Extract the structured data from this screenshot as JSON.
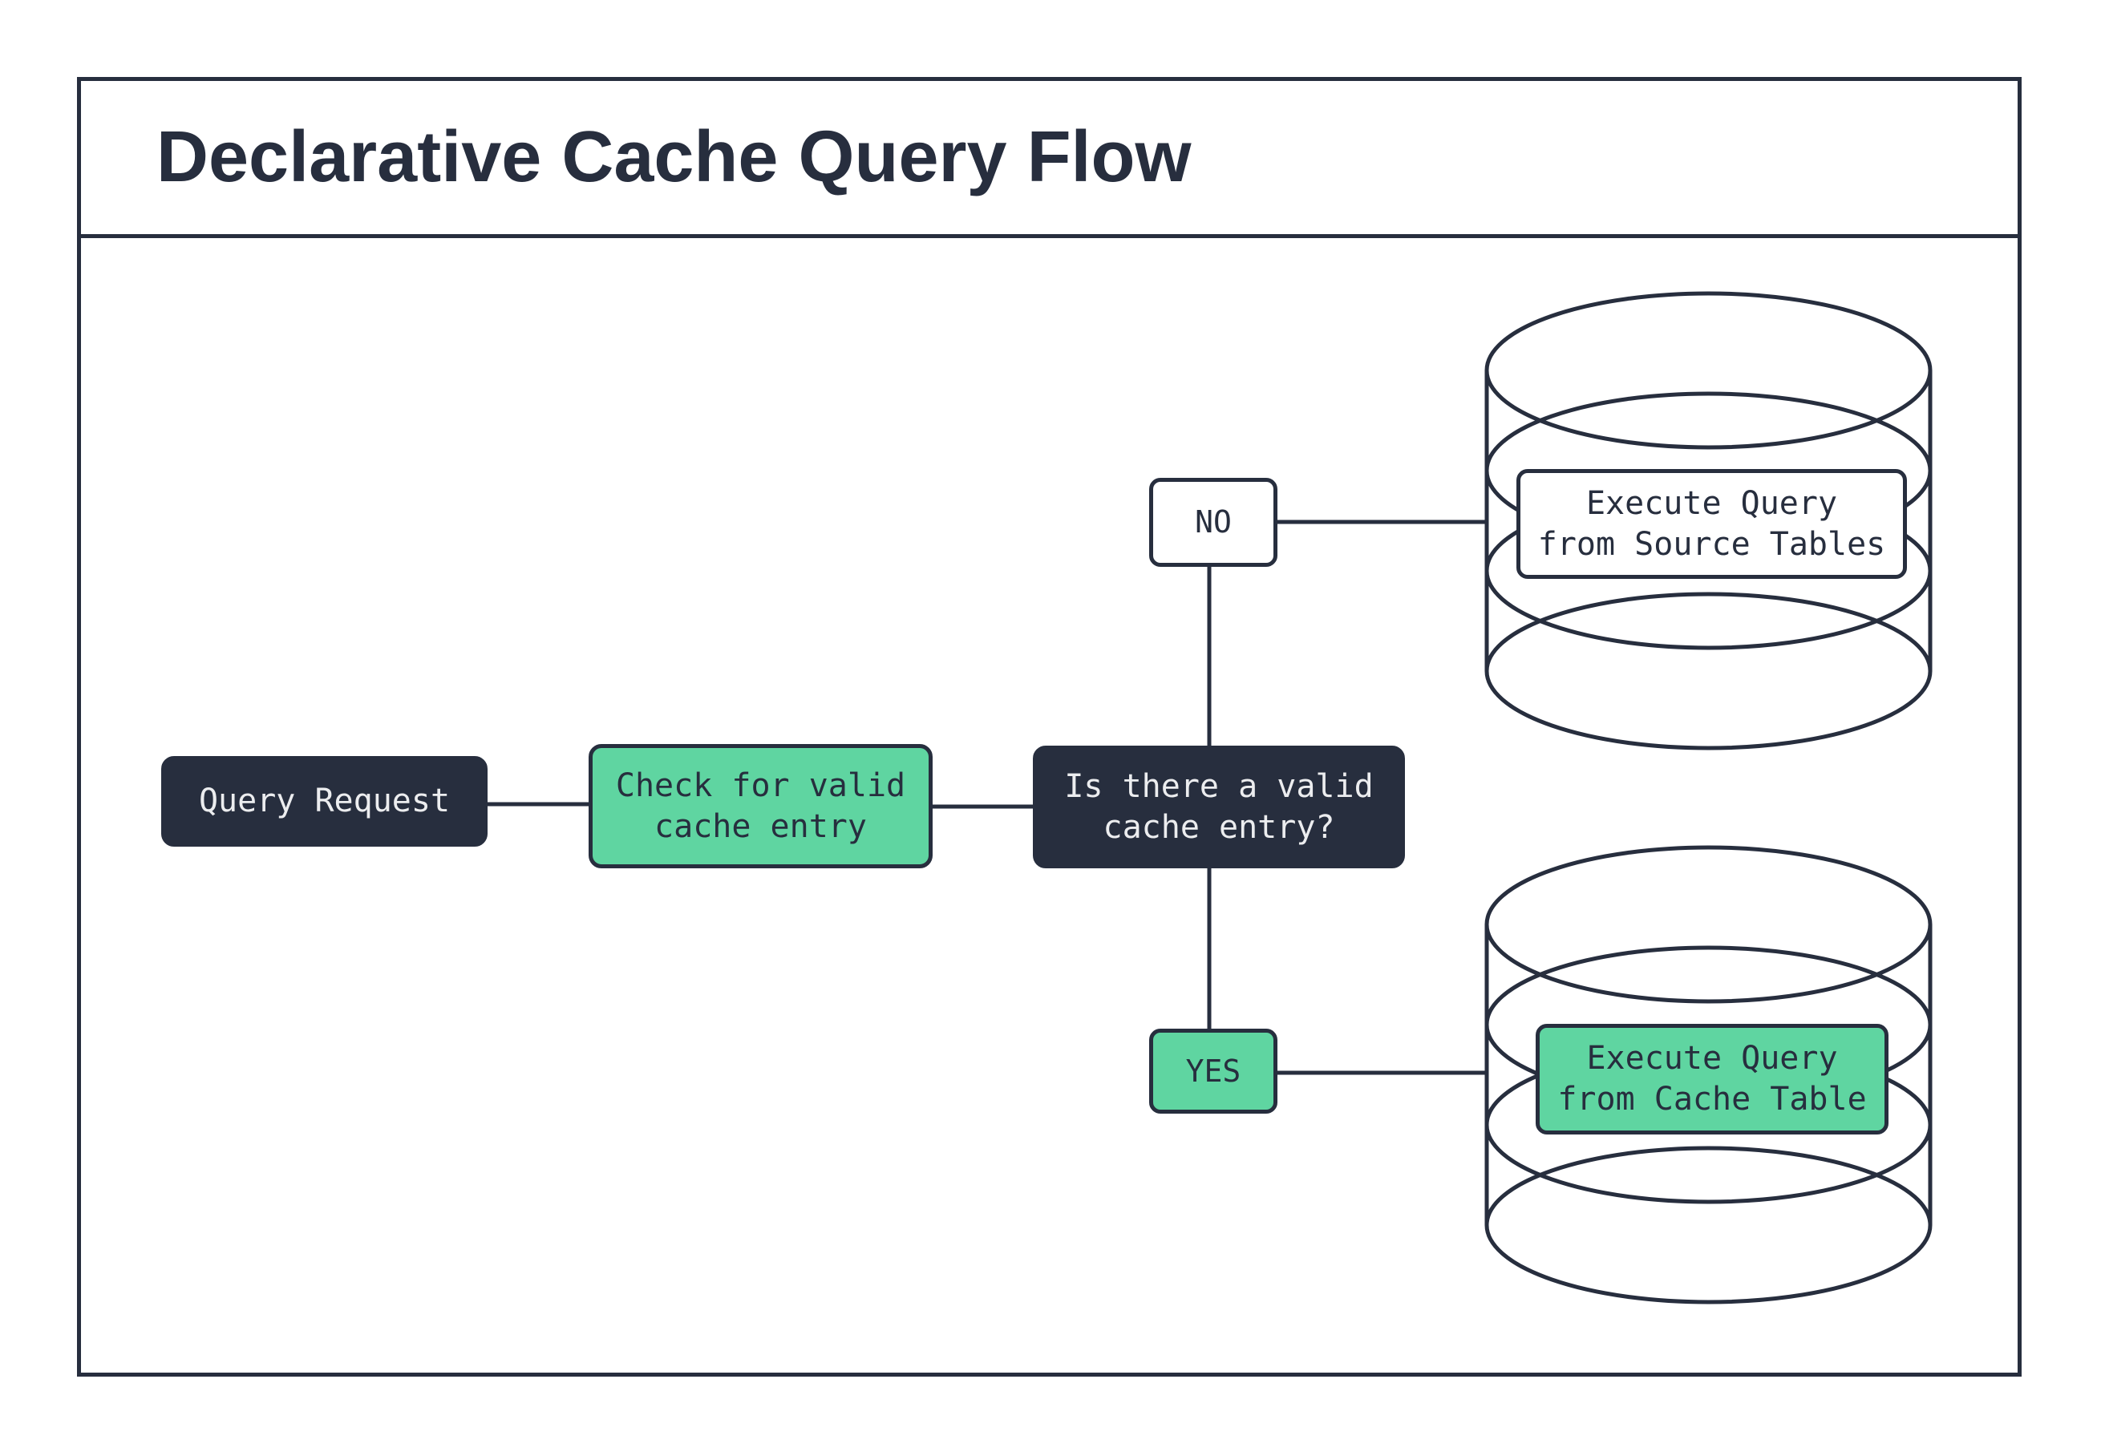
{
  "title": "Declarative Cache Query Flow",
  "colors": {
    "ink": "#272E3E",
    "green": "#5FD5A1",
    "paper": "#FFFFFF",
    "light": "#ECEDEF"
  },
  "flow": {
    "start": "Query Request",
    "process": "Check for valid\ncache entry",
    "decision": "Is there a valid\ncache entry?",
    "branch_no": "NO",
    "branch_yes": "YES",
    "db_source": "Execute Query\nfrom Source Tables",
    "db_cache": "Execute Query\nfrom Cache Table"
  }
}
